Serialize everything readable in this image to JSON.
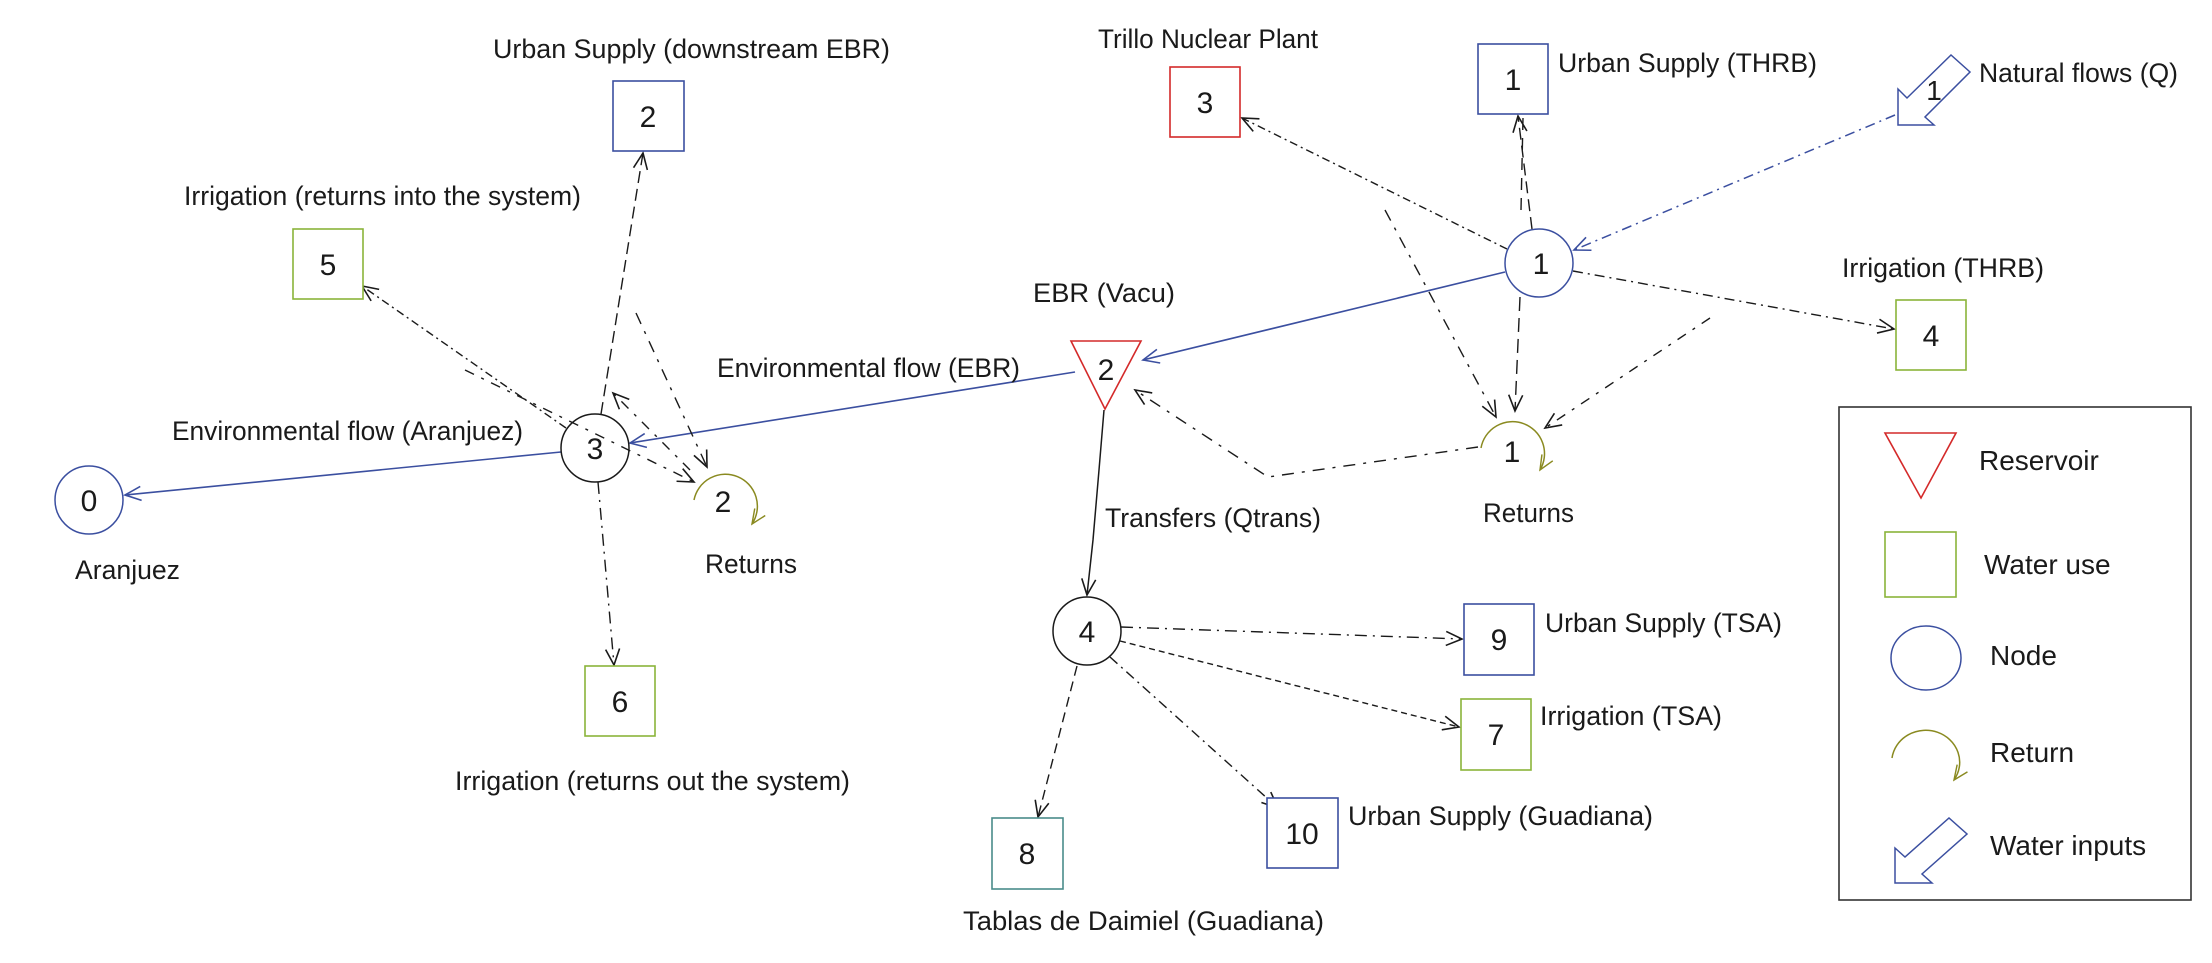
{
  "colors": {
    "reservoir": "#d42a2a",
    "water_use_green": "#8ab43a",
    "water_use_blue": "#3b4fa0",
    "water_use_red": "#d42a2a",
    "water_use_teal": "#4a8c8a",
    "node_blue": "#3b4fa0",
    "node_black": "#1a1a1a",
    "return": "#8a8a20",
    "input": "#3b4fa0",
    "edge_black": "#1a1a1a",
    "edge_blue": "#3b4fa0",
    "legend_border": "#333333"
  },
  "nodes": [
    {
      "id": "node-0",
      "type": "node",
      "number": "0",
      "label": "Aranjuez",
      "color": "node_blue"
    },
    {
      "id": "node-1",
      "type": "node",
      "number": "1",
      "label": "",
      "color": "node_blue"
    },
    {
      "id": "node-3",
      "type": "node",
      "number": "3",
      "label": "",
      "color": "node_black"
    },
    {
      "id": "node-4",
      "type": "node",
      "number": "4",
      "label": "",
      "color": "node_black"
    },
    {
      "id": "reservoir-2",
      "type": "reservoir",
      "number": "2",
      "label": "EBR (Vacu)",
      "color": "reservoir"
    },
    {
      "id": "use-1",
      "type": "water_use",
      "number": "1",
      "label": "Urban Supply (THRB)",
      "color": "water_use_blue"
    },
    {
      "id": "use-2",
      "type": "water_use",
      "number": "2",
      "label": "Urban Supply (downstream EBR)",
      "color": "water_use_blue"
    },
    {
      "id": "use-3",
      "type": "water_use",
      "number": "3",
      "label": "Trillo Nuclear Plant",
      "color": "water_use_red"
    },
    {
      "id": "use-4",
      "type": "water_use",
      "number": "4",
      "label": "Irrigation (THRB)",
      "color": "water_use_green"
    },
    {
      "id": "use-5",
      "type": "water_use",
      "number": "5",
      "label": "Irrigation (returns into the system)",
      "color": "water_use_green"
    },
    {
      "id": "use-6",
      "type": "water_use",
      "number": "6",
      "label": "Irrigation (returns out the system)",
      "color": "water_use_green"
    },
    {
      "id": "use-7",
      "type": "water_use",
      "number": "7",
      "label": "Irrigation (TSA)",
      "color": "water_use_green"
    },
    {
      "id": "use-8",
      "type": "water_use",
      "number": "8",
      "label": "Tablas de Daimiel (Guadiana)",
      "color": "water_use_teal"
    },
    {
      "id": "use-9",
      "type": "water_use",
      "number": "9",
      "label": "Urban Supply (TSA)",
      "color": "water_use_blue"
    },
    {
      "id": "use-10",
      "type": "water_use",
      "number": "10",
      "label": "Urban Supply (Guadiana)",
      "color": "water_use_blue"
    },
    {
      "id": "return-1",
      "type": "return",
      "number": "1",
      "label": "Returns",
      "color": "return"
    },
    {
      "id": "return-2",
      "type": "return",
      "number": "2",
      "label": "Returns",
      "color": "return"
    },
    {
      "id": "input-1",
      "type": "input",
      "number": "1",
      "label": "Natural flows (Q)",
      "color": "input"
    }
  ],
  "edge_labels": {
    "env_flow_ebr": "Environmental flow (EBR)",
    "env_flow_aranjuez": "Environmental flow (Aranjuez)",
    "transfers": "Transfers (Qtrans)"
  },
  "edges": [
    {
      "from": "input-1",
      "to": "node-1",
      "style": "dashdot",
      "color": "edge_blue"
    },
    {
      "from": "node-1",
      "to": "reservoir-2",
      "style": "solid",
      "color": "edge_blue"
    },
    {
      "from": "reservoir-2",
      "to": "node-3",
      "style": "solid",
      "color": "edge_blue",
      "label": "env_flow_ebr"
    },
    {
      "from": "node-3",
      "to": "node-0",
      "style": "solid",
      "color": "edge_blue",
      "label": "env_flow_aranjuez"
    },
    {
      "from": "reservoir-2",
      "to": "node-4",
      "style": "solid",
      "color": "edge_black",
      "label": "transfers"
    },
    {
      "from": "node-1",
      "to": "use-1",
      "style": "dashed",
      "color": "edge_black"
    },
    {
      "from": "node-1",
      "to": "use-3",
      "style": "dashdot",
      "color": "edge_black"
    },
    {
      "from": "node-1",
      "to": "use-4",
      "style": "dashdot",
      "color": "edge_black"
    },
    {
      "from": "node-1",
      "to": "return-1",
      "style": "dashed",
      "color": "edge_black"
    },
    {
      "from": "use-3",
      "to": "return-1",
      "style": "dashdot",
      "color": "edge_black"
    },
    {
      "from": "use-4",
      "to": "return-1",
      "style": "dashdot",
      "color": "edge_black"
    },
    {
      "from": "return-1",
      "to": "reservoir-2",
      "style": "dashdot",
      "color": "edge_black"
    },
    {
      "from": "node-3",
      "to": "use-2",
      "style": "dashed",
      "color": "edge_black"
    },
    {
      "from": "node-3",
      "to": "use-5",
      "style": "dashdot",
      "color": "edge_black"
    },
    {
      "from": "node-3",
      "to": "use-6",
      "style": "dashdot",
      "color": "edge_black"
    },
    {
      "from": "use-2",
      "to": "return-2",
      "style": "dashdot",
      "color": "edge_black"
    },
    {
      "from": "use-5",
      "to": "return-2",
      "style": "dashdot",
      "color": "edge_black"
    },
    {
      "from": "return-2",
      "to": "node-3",
      "style": "dashdot",
      "color": "edge_black"
    },
    {
      "from": "node-4",
      "to": "use-9",
      "style": "dashdot",
      "color": "edge_black"
    },
    {
      "from": "node-4",
      "to": "use-7",
      "style": "dotted",
      "color": "edge_black"
    },
    {
      "from": "node-4",
      "to": "use-10",
      "style": "dashdot",
      "color": "edge_black"
    },
    {
      "from": "node-4",
      "to": "use-8",
      "style": "dashed",
      "color": "edge_black"
    }
  ],
  "legend": {
    "items": [
      {
        "shape": "reservoir",
        "label": "Reservoir"
      },
      {
        "shape": "water_use",
        "label": "Water use"
      },
      {
        "shape": "node",
        "label": "Node"
      },
      {
        "shape": "return",
        "label": "Return"
      },
      {
        "shape": "input",
        "label": "Water inputs"
      }
    ]
  }
}
